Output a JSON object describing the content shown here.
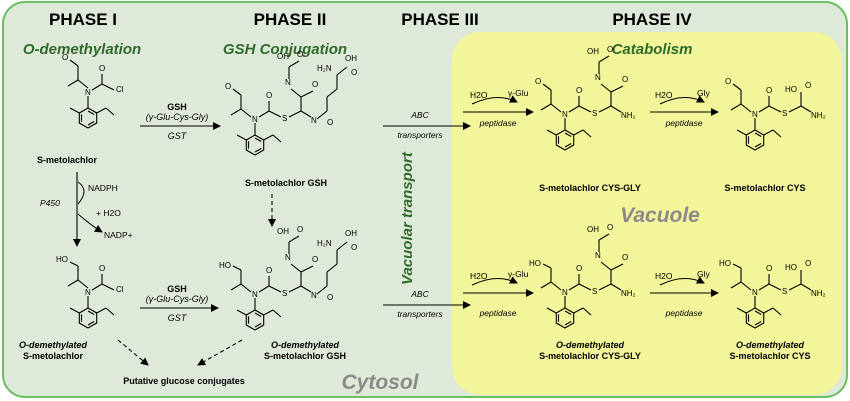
{
  "phases": {
    "p1": "PHASE I",
    "p2": "PHASE II",
    "p3": "PHASE III",
    "p4": "PHASE IV"
  },
  "subtitles": {
    "s1": "O-demethylation",
    "s2": "GSH Conjugation",
    "s4": "Catabolism",
    "vacuolar": "Vacuolar transport"
  },
  "regions": {
    "vacuole": "Vacuole",
    "cytosol": "Cytosol"
  },
  "compounds": {
    "c1": "S-metolachlor",
    "c2": "S-metolachlor GSH",
    "c3": "S-metolachlor CYS-GLY",
    "c4": "S-metolachlor CYS",
    "c5a": "O-demethylated",
    "c5b": "S-metolachlor",
    "c6a": "O-demethylated",
    "c6b": "S-metolachlor GSH",
    "c7a": "O-demethylated",
    "c7b": "S-metolachlor CYS-GLY",
    "c8a": "O-demethylated",
    "c8b": "S-metolachlor CYS",
    "glucose": "Putative glucose conjugates"
  },
  "reagents": {
    "gsh": "GSH",
    "gsh_seq": "(γ-Glu-Cys-Gly)",
    "gst": "GST",
    "abc1": "ABC",
    "abc2": "transporters",
    "peptidase": "peptidase",
    "h2o": "H2O",
    "gglu": "γ-Glu",
    "gly": "Gly",
    "nadph": "NADPH",
    "p450": "P450",
    "plus_h2o": "+ H2O",
    "nadp": "NADP+"
  },
  "colors": {
    "cytosol_fill": "#dfe9d9",
    "cytosol_border": "#6abf5e",
    "vacuole_fill": "#f2f59a",
    "phase_subtitle": "#2f6a2a",
    "region_label": "#8a8a8a"
  }
}
